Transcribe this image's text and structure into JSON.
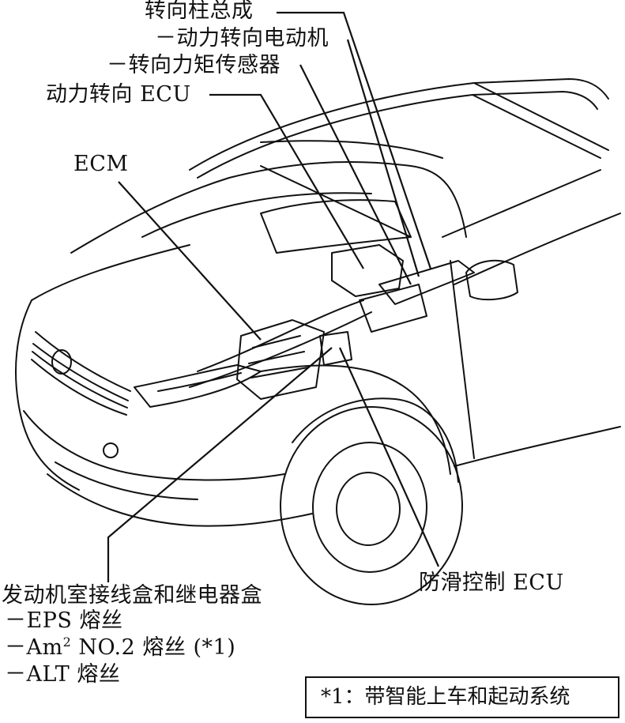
{
  "labels": {
    "steering_column_assy": "转向柱总成",
    "power_steering_motor": "－动力转向电动机",
    "torque_sensor": "－转向力矩传感器",
    "power_steering_ecu": "动力转向 ECU",
    "ecm": "ECM",
    "engine_room_box": "发动机室接线盒和继电器盒",
    "eps_fuse": "－EPS 熔丝",
    "am2_fuse_prefix": "－Am",
    "am2_fuse_sup": "2",
    "am2_fuse_suffix": " NO.2 熔丝 (*1)",
    "alt_fuse": "－ALT 熔丝",
    "skid_control_ecu": "防滑控制 ECU"
  },
  "note": {
    "text": "*1：带智能上车和起动系统"
  }
}
